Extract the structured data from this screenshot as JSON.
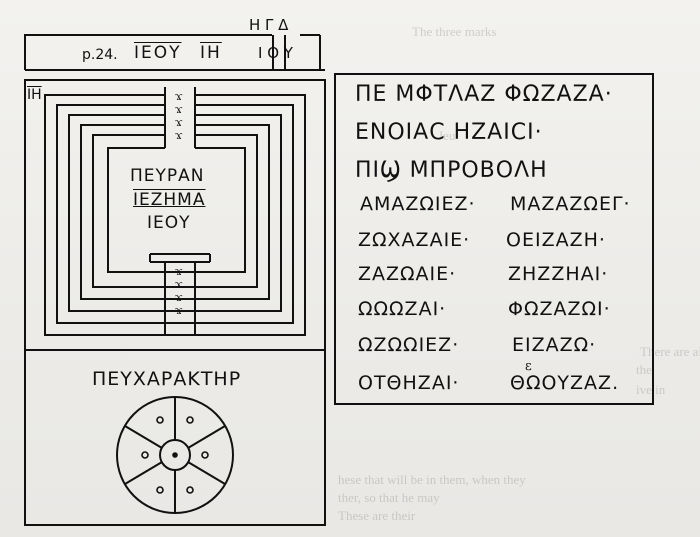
{
  "header": {
    "page_ref": "p.24.",
    "name_overlined": "ΙΕΟΥ",
    "name_overlined_2": "ΙΗ",
    "top_right_row1": "Η Γ Δ",
    "top_right_row2": "Ι Ο Υ",
    "left_mark": "ΙΗ"
  },
  "diagram": {
    "top_column_marks": [
      "ϫ",
      "ϫ",
      "ϫ",
      "ϫ"
    ],
    "bottom_column_marks": [
      "ϫ",
      "ϫ",
      "ϫ",
      "ϫ"
    ],
    "center_lines": [
      "ΠΕΥΡΑΝ",
      "ΙΕΖΗΜΑ",
      "ΙΕΟΥ"
    ]
  },
  "character_label": "ΠΕΥΧΑΡΑΚΤΗΡ",
  "text_lines": [
    "ΠΕ ΜΦΤΛΑΖ ΦΩΖΑΖΑ·",
    "ΕΝΟΙΑϹ ΗΖΑΙϹΙ·",
    "ΠΙϢ ΜΠΡΟΒΟΛΗ"
  ],
  "names_grid": [
    [
      "ΑΜΑΖΩΙΕΖ·",
      "ΜΑΖΑΖΩΕΓ·"
    ],
    [
      "ΖΩΧΑΖΑΙΕ·",
      "ΟΕΙΖΑΖΗ·"
    ],
    [
      "ΖΑΖΩΑΙΕ·",
      "ΖΗΖΖΗΑΙ·"
    ],
    [
      "ΩΩΩΖΑΙ·",
      "ΦΩΖΑΖΩΙ·"
    ],
    [
      "ΩΖΩΩΙΕΖ·",
      "ΕΙΖΑΖΩ·"
    ],
    [
      "ΟΤΘΗΖΑΙ·",
      "ΘΩΟΥΖΑΖ."
    ]
  ],
  "superscript_mark": "ε",
  "background_text": [
    "The three marks",
    "Jeu",
    "There are also",
    "the",
    "ive in",
    "hese that will be in them, when they",
    "ther, so that he may",
    "These are their"
  ]
}
